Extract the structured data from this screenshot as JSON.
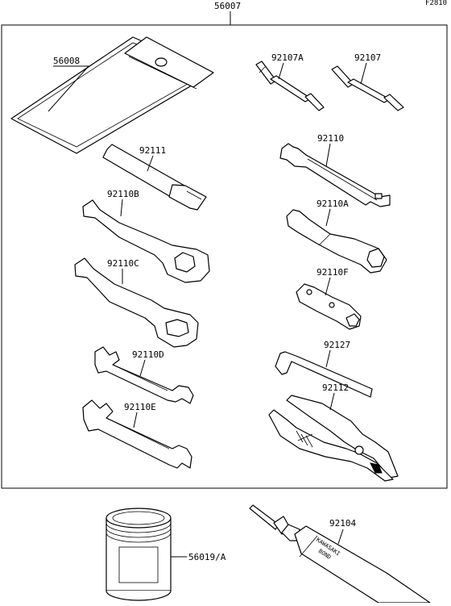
{
  "figure_code": "F2810",
  "labels": {
    "kit": "56007",
    "pouch": "56008",
    "screwdriver_a": "92107A",
    "screwdriver": "92107",
    "bar_92111": "92111",
    "spanner_92110": "92110",
    "ring_wrench_b": "92110B",
    "socket_a": "92110A",
    "ring_wrench_c": "92110C",
    "socket_f": "92110F",
    "open_wrench_d": "92110D",
    "hex_key": "92127",
    "pliers": "92112",
    "open_wrench_e": "92110E",
    "can": "56019/A",
    "bond_tube": "92104"
  },
  "tube_print": {
    "line1": "KAWASAKI",
    "line2": "BOND"
  }
}
